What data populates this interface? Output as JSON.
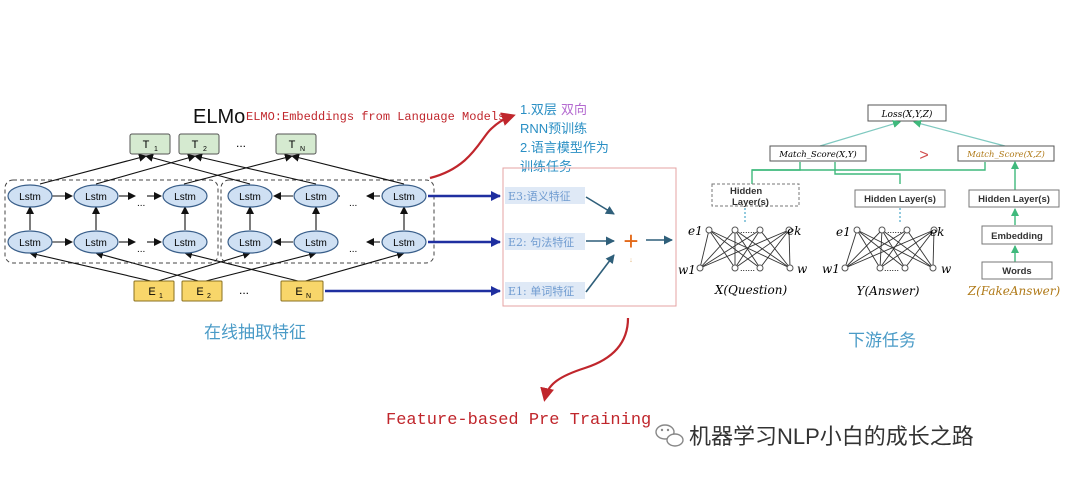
{
  "elmo": {
    "title": "ELMo",
    "subtitle": "ELMO:Embeddings from Language Models",
    "lstm_label": "Lstm",
    "ellipsis": "...",
    "outputs": [
      {
        "main": "T",
        "sub": "1"
      },
      {
        "main": "T",
        "sub": "2"
      },
      {
        "main": "T",
        "sub": "N"
      }
    ],
    "inputs": [
      {
        "main": "E",
        "sub": "1"
      },
      {
        "main": "E",
        "sub": "2"
      },
      {
        "main": "E",
        "sub": "N"
      }
    ],
    "caption": "在线抽取特征"
  },
  "notes": {
    "line1_a": "1.双层",
    "line1_b": "双向",
    "line2": "RNN预训练",
    "line3": "2.语言模型作为",
    "line4": "训练任务"
  },
  "features": {
    "e3": "E3:语义特征",
    "e2": "E2: 句法特征",
    "e1": "E1: 单词特征",
    "plus": "+",
    "small_mark": "↓"
  },
  "downstream": {
    "loss": "Loss(X,Y,Z)",
    "match_xy": "Match_Score(X,Y)",
    "match_xz": "Match_Score(X,Z)",
    "greater": ">",
    "hidden_left": "Hidden Layer(s)",
    "hidden_mid": "Hidden Layer(s)",
    "hidden_right": "Hidden Layer(s)",
    "embedding": "Embedding",
    "words": "Words",
    "e1": "e1",
    "ek": "ek",
    "dots": "......",
    "w1": "w1",
    "w": "w",
    "x_label": "X(Question)",
    "y_label": "Y(Answer)",
    "z_label": "Z(FakeAnswer)",
    "caption": "下游任务"
  },
  "bottom": {
    "feature_based": "Feature-based Pre Training",
    "watermark": "机器学习NLP小白的成长之路"
  },
  "colors": {
    "lstm_fill": "#cfe0f3",
    "t_fill": "#d5ead0",
    "e_fill": "#f8d66a",
    "blue_arrow": "#1f2fa0",
    "red": "#c0262c",
    "teal_caption": "#4a9bc7",
    "green_line": "#3fb97c"
  }
}
